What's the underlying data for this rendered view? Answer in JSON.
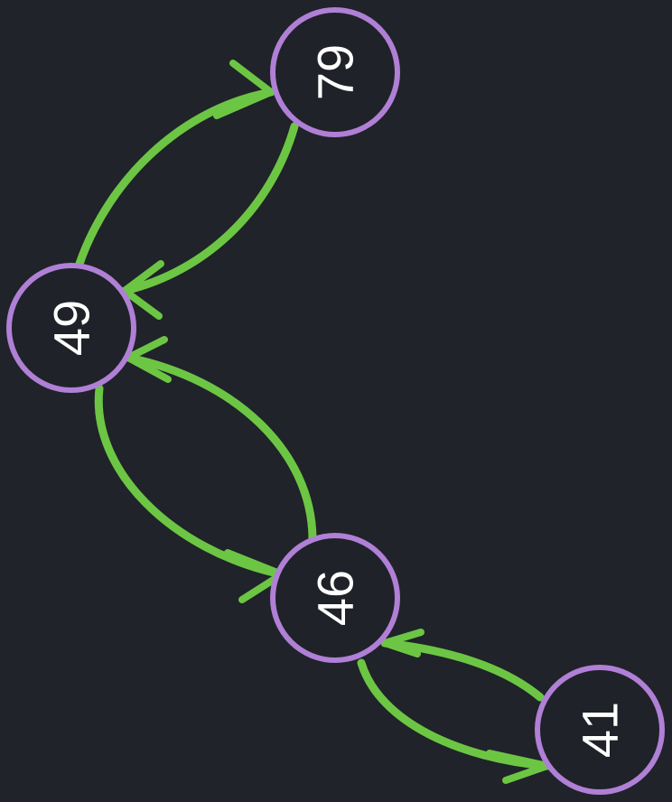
{
  "diagram": {
    "type": "directed-graph",
    "colors": {
      "background": "#202329",
      "node_border": "#b07fd6",
      "edge": "#6cc644",
      "label": "#ffffff"
    },
    "nodes": [
      {
        "id": "n79",
        "label": "79"
      },
      {
        "id": "n49",
        "label": "49"
      },
      {
        "id": "n46",
        "label": "46"
      },
      {
        "id": "n41",
        "label": "41"
      }
    ],
    "edges": [
      {
        "from": "49",
        "to": "79"
      },
      {
        "from": "79",
        "to": "49"
      },
      {
        "from": "46",
        "to": "49"
      },
      {
        "from": "49",
        "to": "46"
      },
      {
        "from": "41",
        "to": "46"
      },
      {
        "from": "46",
        "to": "41"
      }
    ]
  }
}
